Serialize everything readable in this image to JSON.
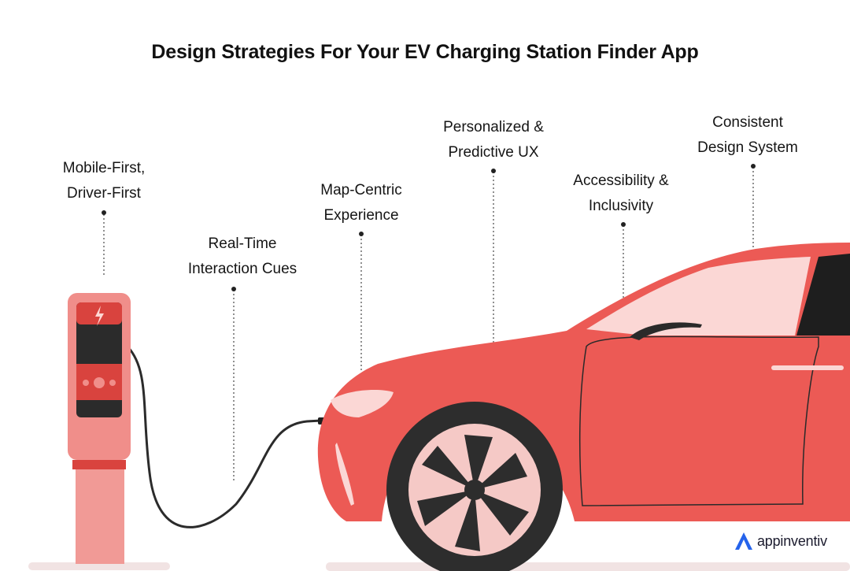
{
  "title": "Design Strategies For Your EV Charging Station Finder App",
  "strategies": [
    {
      "line1": "Mobile-First,",
      "line2": "Driver-First"
    },
    {
      "line1": "Real-Time",
      "line2": "Interaction Cues"
    },
    {
      "line1": "Map-Centric",
      "line2": "Experience"
    },
    {
      "line1": "Personalized &",
      "line2": "Predictive UX"
    },
    {
      "line1": "Accessibility &",
      "line2": "Inclusivity"
    },
    {
      "line1": "Consistent",
      "line2": "Design System"
    }
  ],
  "brand": {
    "name": "appinventiv",
    "color": "#2563eb"
  },
  "colors": {
    "car": "#ec5a55",
    "charger": "#f0908c",
    "tire": "#2d2d2d",
    "hub": "#f5c9c6"
  }
}
